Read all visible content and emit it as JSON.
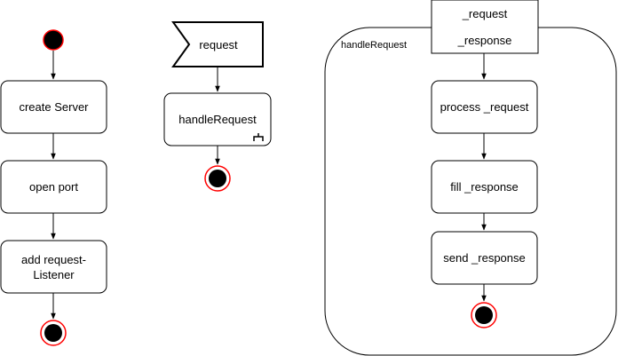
{
  "colors": {
    "stroke": "#000000",
    "fill": "#ffffff",
    "final_ring": "#ff0000",
    "initial_ring": "#ff0000",
    "dot": "#000000"
  },
  "left_flow": {
    "nodes": [
      {
        "label": "create Server"
      },
      {
        "label": "open port"
      },
      {
        "label_line1": "add request-",
        "label_line2": "Listener"
      }
    ]
  },
  "middle_flow": {
    "signal_label": "request",
    "action_label": "handleRequest",
    "action_icon": "rake-icon"
  },
  "right_flow": {
    "frame_label": "handleRequest",
    "params": [
      "_request",
      "_response"
    ],
    "nodes": [
      {
        "label": "process _request"
      },
      {
        "label": "fill _response"
      },
      {
        "label": "send _response"
      }
    ]
  }
}
